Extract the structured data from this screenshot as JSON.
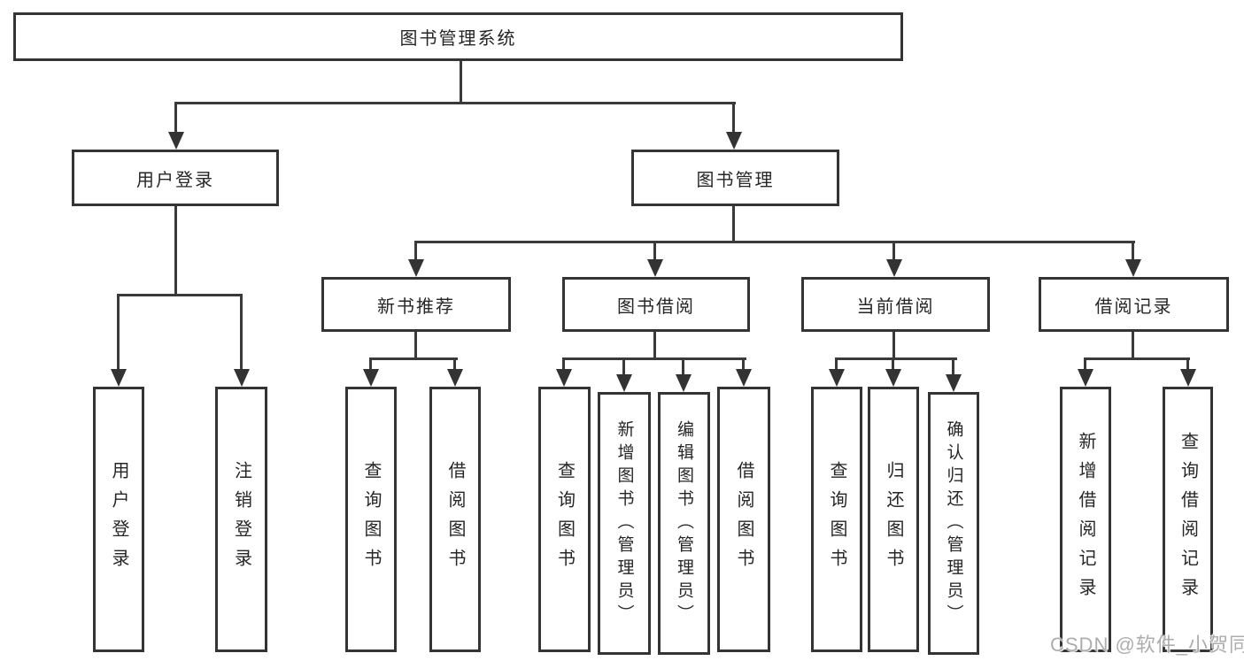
{
  "diagram": {
    "title": "图书管理系统",
    "type": "function-structure-tree"
  },
  "nodes": {
    "root": {
      "label": "图书管理系统"
    },
    "user_login": {
      "label": "用户登录"
    },
    "book_management": {
      "label": "图书管理"
    },
    "login": {
      "label": "用户登录"
    },
    "logout": {
      "label": "注销登录"
    },
    "new_book_recommend": {
      "label": "新书推荐"
    },
    "book_borrowing": {
      "label": "图书借阅"
    },
    "current_borrowing": {
      "label": "当前借阅"
    },
    "borrowing_records": {
      "label": "借阅记录"
    },
    "nb_query_books": {
      "label": "查询图书"
    },
    "nb_borrow_books": {
      "label": "借阅图书"
    },
    "bb_query_books": {
      "label": "查询图书"
    },
    "bb_add_books_admin": {
      "label": "新增图书（管理员）"
    },
    "bb_edit_books_admin": {
      "label": "编辑图书（管理员）"
    },
    "bb_borrow_books": {
      "label": "借阅图书"
    },
    "cb_query_books": {
      "label": "查询图书"
    },
    "cb_return_books": {
      "label": "归还图书"
    },
    "cb_confirm_return_admin": {
      "label": "确认归还（管理员）"
    },
    "br_add_record": {
      "label": "新增借阅记录"
    },
    "br_query_record": {
      "label": "查询借阅记录"
    }
  },
  "hierarchy": {
    "图书管理系统": {
      "用户登录": [
        "用户登录",
        "注销登录"
      ],
      "图书管理": {
        "新书推荐": [
          "查询图书",
          "借阅图书"
        ],
        "图书借阅": [
          "查询图书",
          "新增图书（管理员）",
          "编辑图书（管理员）",
          "借阅图书"
        ],
        "当前借阅": [
          "查询图书",
          "归还图书",
          "确认归还（管理员）"
        ],
        "借阅记录": [
          "新增借阅记录",
          "查询借阅记录"
        ]
      }
    }
  },
  "watermark": {
    "text": "CSDN @软件_小贺同学"
  },
  "colors": {
    "background": "#ffffff",
    "line": "#3a3a3a",
    "border": "#343434",
    "text": "#262626",
    "watermark": "#adadad"
  }
}
